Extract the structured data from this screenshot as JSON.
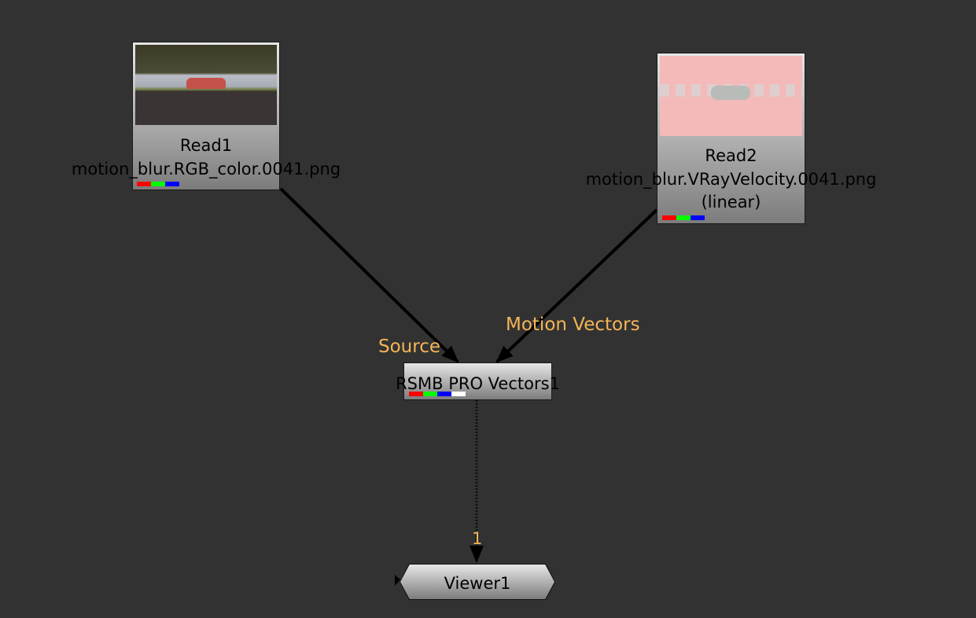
{
  "nodes": {
    "read1": {
      "name": "Read1",
      "file": "motion_blur.RGB_color.0041.png"
    },
    "read2": {
      "name": "Read2",
      "file": "motion_blur.VRayVelocity.0041.png",
      "colorspace": "(linear)"
    },
    "rsmb": {
      "name": "RSMB PRO Vectors1"
    },
    "viewer": {
      "name": "Viewer1"
    }
  },
  "inputs": {
    "source": "Source",
    "motion_vectors": "Motion Vectors",
    "viewer_input": "1"
  },
  "colors": {
    "background": "#323232",
    "input_label": "#f5b556",
    "velocity_thumb": "#f4b9b9"
  }
}
